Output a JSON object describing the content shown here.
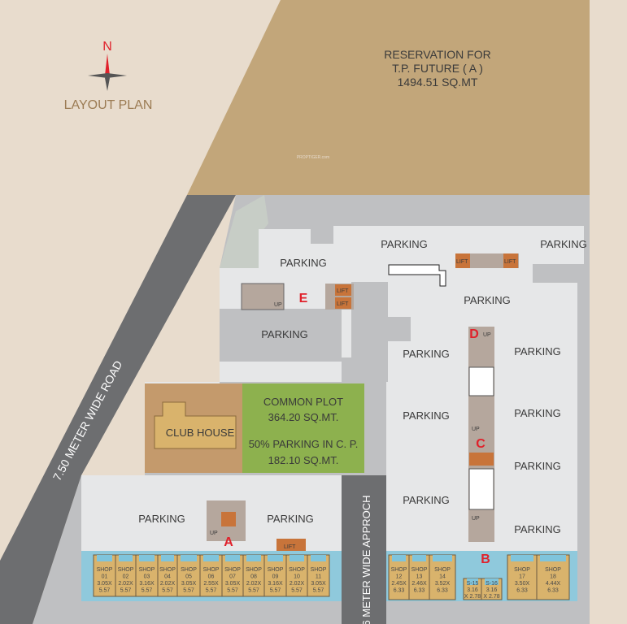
{
  "title": "LAYOUT PLAN",
  "compass": {
    "north": "N"
  },
  "reservation": {
    "line1": "RESERVATION FOR",
    "line2": "T.P. FUTURE  ( A )",
    "line3": "1494.51 SQ.MT"
  },
  "watermark": "PROPTIGER.com",
  "roads": {
    "main": "7.50 METER WIDE ROAD",
    "approach": "6 METER WIDE APPROCH"
  },
  "club_house": "CLUB HOUSE",
  "common_plot": {
    "line1": "COMMON PLOT",
    "line2": "364.20 SQ.MT.",
    "line3": "50% PARKING IN C. P.",
    "line4": "182.10 SQ.MT."
  },
  "parking_label": "PARKING",
  "lift_label": "LIFT",
  "up_label": "UP",
  "wings": {
    "a": "A",
    "b": "B",
    "c": "C",
    "d": "D",
    "e": "E"
  },
  "shops_left": [
    {
      "name": "SHOP",
      "no": "01",
      "w": "3.05X",
      "d": "5.57"
    },
    {
      "name": "SHOP",
      "no": "02",
      "w": "2.02X",
      "d": "5.57"
    },
    {
      "name": "SHOP",
      "no": "03",
      "w": "3.16X",
      "d": "5.57"
    },
    {
      "name": "SHOP",
      "no": "04",
      "w": "2.02X",
      "d": "5.57"
    },
    {
      "name": "SHOP",
      "no": "05",
      "w": "3.05X",
      "d": "5.57"
    },
    {
      "name": "SHOP",
      "no": "06",
      "w": "2.55X",
      "d": "5.57"
    },
    {
      "name": "SHOP",
      "no": "07",
      "w": "3.05X",
      "d": "5.57"
    },
    {
      "name": "SHOP",
      "no": "08",
      "w": "2.02X",
      "d": "5.57"
    },
    {
      "name": "SHOP",
      "no": "09",
      "w": "3.16X",
      "d": "5.57"
    },
    {
      "name": "SHOP",
      "no": "10",
      "w": "2.02X",
      "d": "5.57"
    },
    {
      "name": "SHOP",
      "no": "11",
      "w": "3.05X",
      "d": "5.57"
    }
  ],
  "shops_right": [
    {
      "name": "SHOP",
      "no": "12",
      "w": "2.45X",
      "d": "6.33"
    },
    {
      "name": "SHOP",
      "no": "13",
      "w": "2.46X",
      "d": "6.33"
    },
    {
      "name": "SHOP",
      "no": "14",
      "w": "3.52X",
      "d": "6.33"
    },
    {
      "name": "S-15",
      "no": "3.16",
      "w": "X 2.78",
      "d": ""
    },
    {
      "name": "S-16",
      "no": "3.16",
      "w": "X 2.78",
      "d": ""
    },
    {
      "name": "SHOP",
      "no": "17",
      "w": "3.50X",
      "d": "6.33"
    },
    {
      "name": "SHOP",
      "no": "18",
      "w": "4.44X",
      "d": "6.33"
    }
  ],
  "colors": {
    "background": "#e8dccd",
    "reservation": "#c2a67a",
    "road": "#6d6e70",
    "site": "#bfc0c2",
    "parking": "#e6e7e8",
    "club": "#c49a6c",
    "common": "#8db14e",
    "shop": "#d9b36c",
    "lift": "#c8743a",
    "accent": "#e0212b"
  }
}
